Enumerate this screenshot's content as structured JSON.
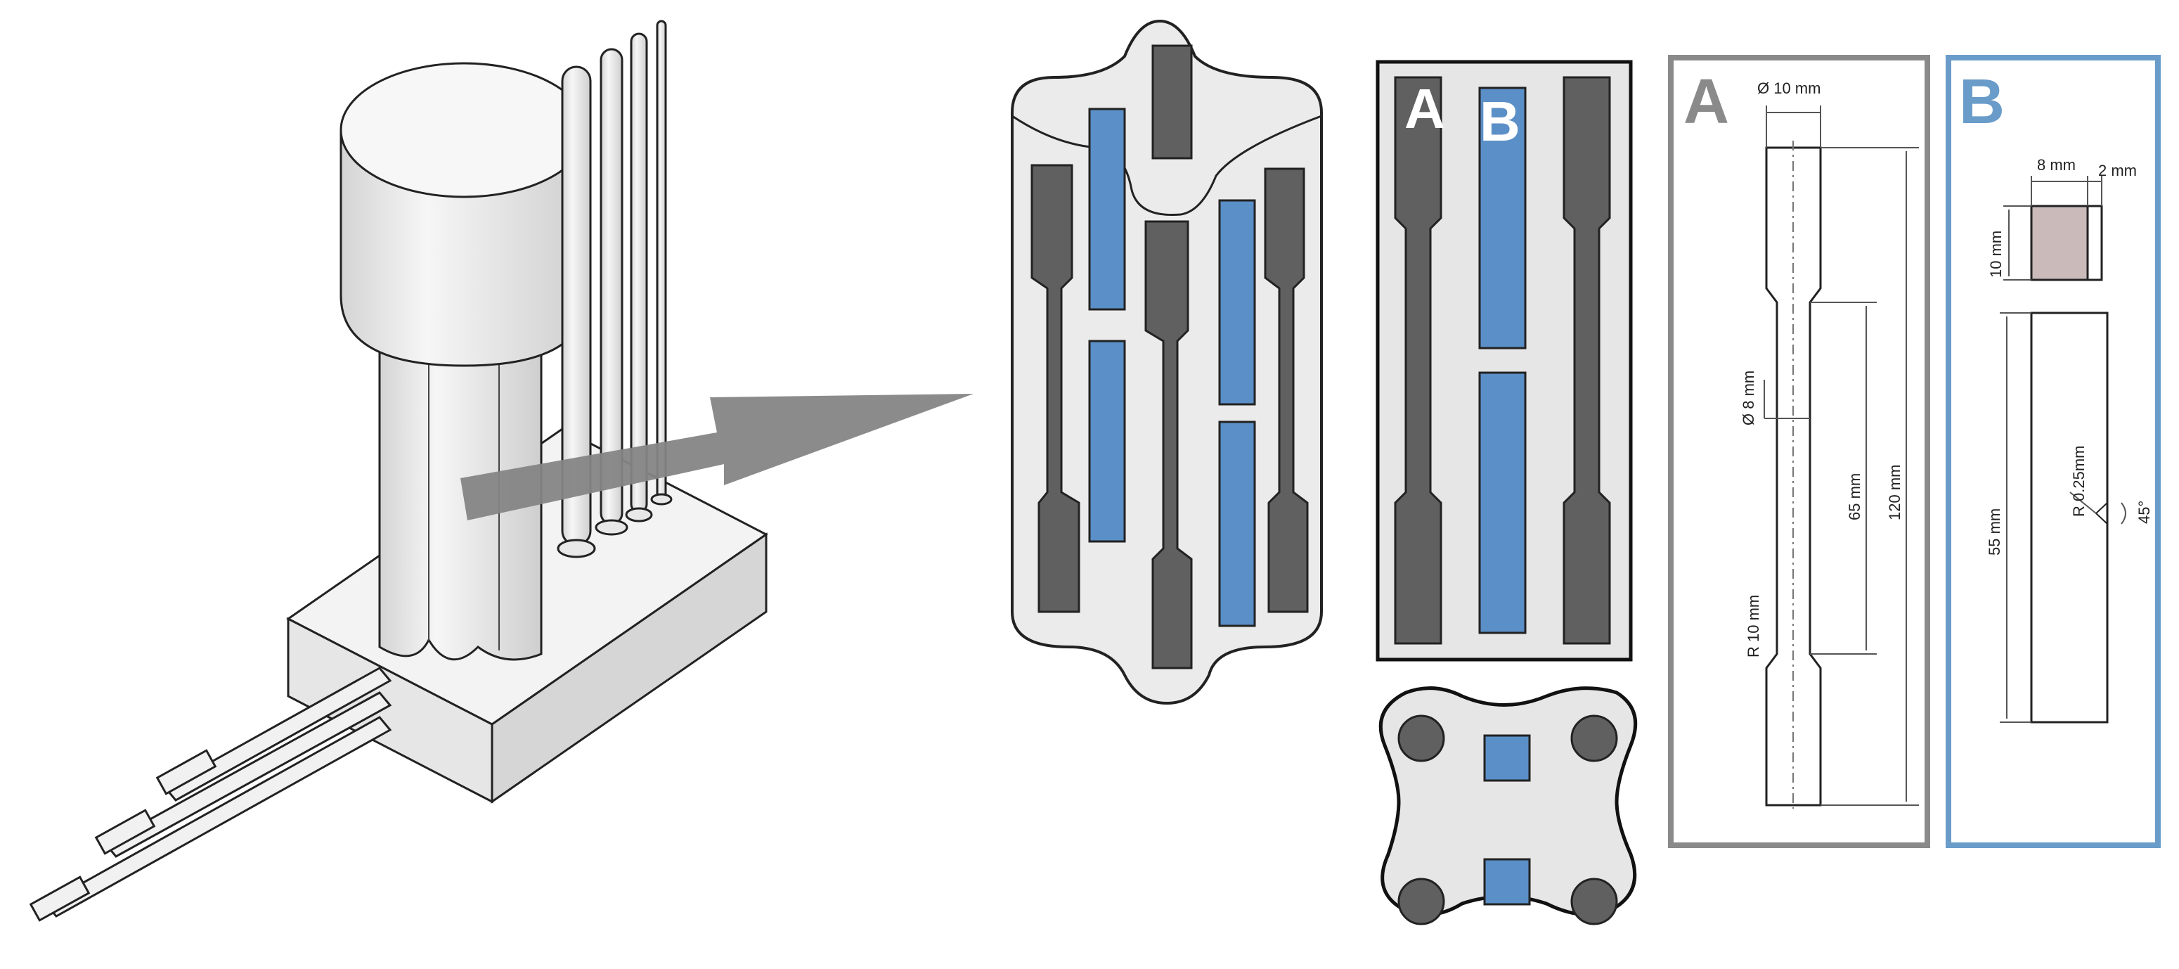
{
  "colors": {
    "specimen_dark": "#606060",
    "specimen_blue": "#5b8fc7",
    "panel_a_border": "#8a8a8a",
    "panel_b_border": "#6a9cc9",
    "arrow": "#858585",
    "notch_face": "#cbbaba"
  },
  "panel_labels": {
    "casting_a": "A",
    "casting_b": "B",
    "drawing_a": "A",
    "drawing_b": "B"
  },
  "drawing_a": {
    "diameter_top": "Ø 10 mm",
    "diameter_gauge": "Ø 8 mm",
    "gauge_length": "65 mm",
    "total_length": "120 mm",
    "radius": "R 10 mm"
  },
  "drawing_b": {
    "width": "8 mm",
    "notch_depth": "2 mm",
    "height": "10 mm",
    "length": "55 mm",
    "notch_radius": "R 0.25mm",
    "notch_angle": "45°"
  }
}
